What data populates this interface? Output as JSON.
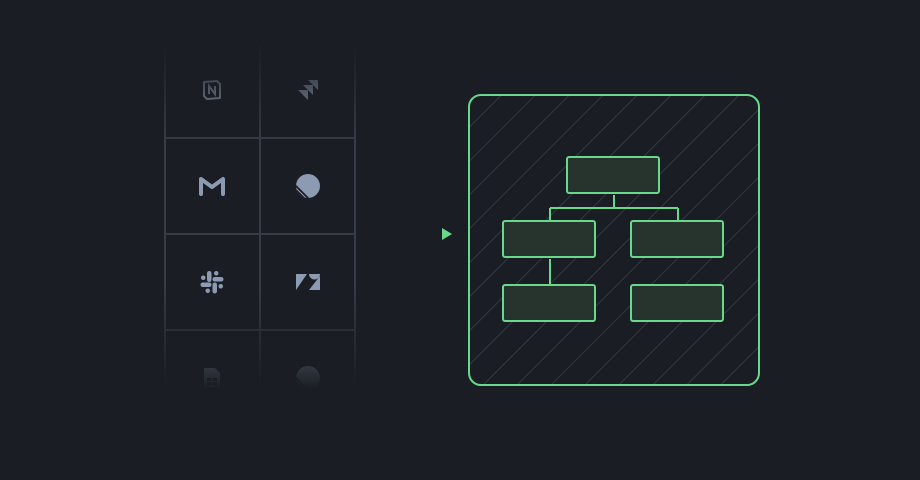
{
  "colors": {
    "background": "#1a1d23",
    "grid_line": "#363c47",
    "icon": "#8d9bb2",
    "accent": "#68d98a",
    "node_fill": "#27342d"
  },
  "integration_grid": {
    "tiles": [
      {
        "icon": "notion-icon"
      },
      {
        "icon": "jira-icon"
      },
      {
        "icon": "gmail-icon"
      },
      {
        "icon": "linear-icon"
      },
      {
        "icon": "slack-icon"
      },
      {
        "icon": "zendesk-icon"
      },
      {
        "icon": "google-sheets-icon"
      },
      {
        "icon": "linear-icon"
      }
    ]
  },
  "hierarchy": {
    "nodes": [
      "root",
      "child-left",
      "child-right",
      "grandchild-left",
      "grandchild-right"
    ]
  }
}
